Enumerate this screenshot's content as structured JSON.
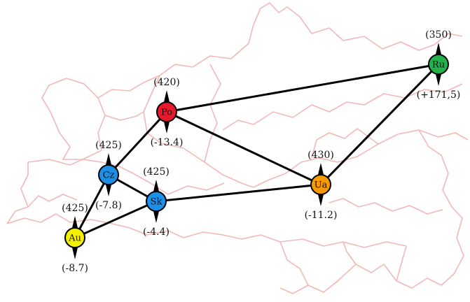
{
  "colors": {
    "border": "#f2b8b8",
    "edge": "#000000",
    "red": "#e8192c",
    "blue": "#1e8fe6",
    "yellow": "#f5f000",
    "orange": "#f79a00",
    "green": "#22b24c"
  },
  "nodes": [
    {
      "id": "po",
      "code": "Po",
      "color": "#e8192c",
      "top_value": "(420)",
      "bottom_value": "(-13.4)"
    },
    {
      "id": "cz",
      "code": "Cz",
      "color": "#1e8fe6",
      "top_value": "(425)",
      "bottom_value": "(-7.8)"
    },
    {
      "id": "sk",
      "code": "Sk",
      "color": "#1e8fe6",
      "top_value": "(425)",
      "bottom_value": "(-4.4)"
    },
    {
      "id": "au",
      "code": "Au",
      "color": "#f5f000",
      "top_value": "(425)",
      "bottom_value": "(-8.7)"
    },
    {
      "id": "ua",
      "code": "Ua",
      "color": "#f79a00",
      "top_value": "(430)",
      "bottom_value": "(-11.2)"
    },
    {
      "id": "ru",
      "code": "Ru",
      "color": "#22b24c",
      "top_value": "(350)",
      "bottom_value": "(+171,5)"
    }
  ],
  "edges": [
    {
      "from": "po",
      "to": "ru"
    },
    {
      "from": "po",
      "to": "cz"
    },
    {
      "from": "po",
      "to": "ua"
    },
    {
      "from": "cz",
      "to": "au"
    },
    {
      "from": "cz",
      "to": "sk"
    },
    {
      "from": "au",
      "to": "sk"
    },
    {
      "from": "sk",
      "to": "ua"
    },
    {
      "from": "ua",
      "to": "ru"
    }
  ]
}
